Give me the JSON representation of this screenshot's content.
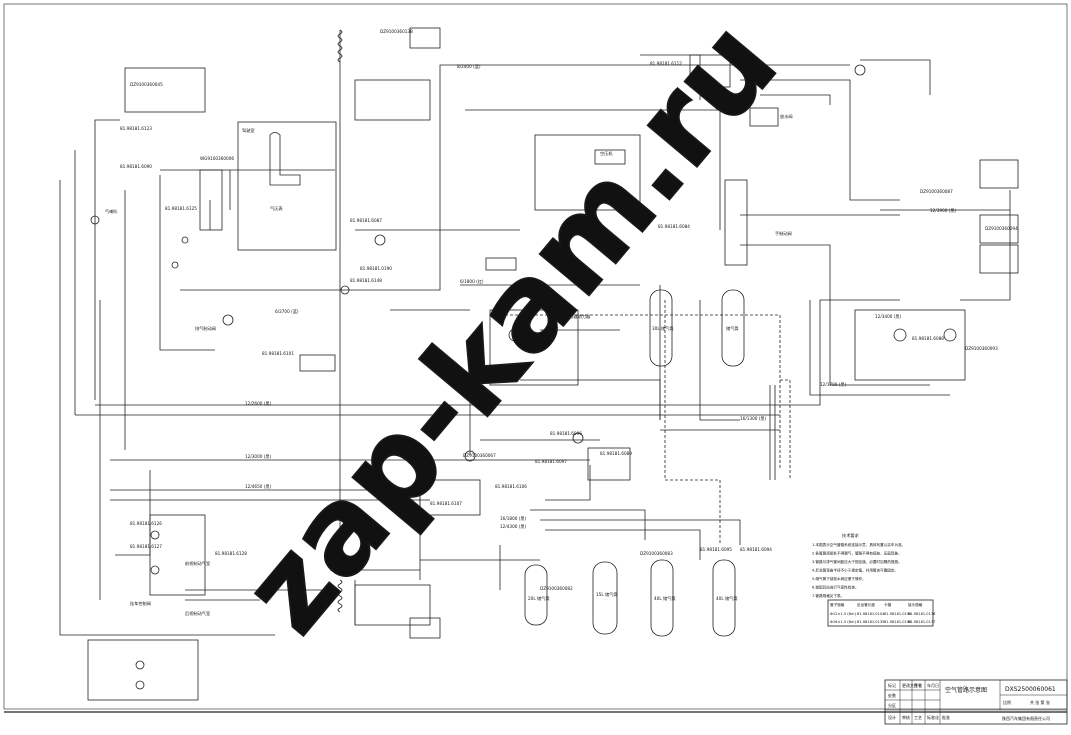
{
  "drawing": {
    "code": "DXS2500060061",
    "title": "空气管路示意图",
    "company": "陕西汽车集团有限责任公司",
    "watermark": "zap-kam.ru"
  },
  "notes": {
    "heading": "技术要求",
    "lines": [
      "1.本图表示空气管路系统连接示意，具体布置以实车为准。",
      "2.各管路连接处不得漏气，管路不得有扭曲、压扁现象。",
      "3.管路与排气管间距应大于规定值，必要时加隔热措施。",
      "4.尼龙管弯曲半径不小于规定值，并用管夹可靠固定。",
      "5.储气筒下部放水阀应便于操作。",
      "6.装配后应进行气密性检查。",
      "7.管路规格见下表。"
    ],
    "table_headers": [
      "管子规格",
      "尼龙管长度",
      "卡箍",
      "接头规格"
    ],
    "table_rows": [
      [
        "Φ12×1.5 (8m)",
        "81.98181.0104",
        "81.98181.0195",
        "81.98181.0176"
      ],
      [
        "Φ16×1.5 (8m)",
        "81.98181.0135",
        "81.98181.0196",
        "81.98181.0177"
      ]
    ]
  },
  "labels": {
    "top_module": "DZ9100360045",
    "top_hose": "DZ9100360138",
    "dryer": "81.98181.6084",
    "four_circuit": "81.98181.6088",
    "relay_valve": "81.98181.6089",
    "brake_valve": "DZ9100360067",
    "cab_valve": "81.98181.6101",
    "tank_20l_a": "20L 储气筒",
    "tank_15l": "15L 储气筒",
    "tank_40l_a": "40L 储气筒",
    "tank_40l_b": "40L 储气筒",
    "tank_30l": "30L 储气筒",
    "air_tank_small": "储气筒",
    "pipe_a": "8/2400 (蓝)",
    "pipe_b": "12/1700 (黑)",
    "pipe_c": "12/2600 (黑)",
    "pipe_d": "16/1300 (黑)",
    "pipe_e": "12/3000 (黑)",
    "pipe_f": "12/4650 (黑)",
    "pipe_g": "6/1800 (红)",
    "pipe_h": "6/2700 (蓝)",
    "pipe_i": "12/3900 (黑)",
    "pipe_j": "16/1800 (黑)",
    "pipe_k": "12/4300 (黑)",
    "pipe_l": "12/3400 (黑)",
    "part_1": "81.98181.6123",
    "part_2": "81.98181.6090",
    "part_3": "81.98181.6125",
    "part_4": "81.98181.6126",
    "part_5": "81.98181.6127",
    "part_6": "81.98181.6128",
    "part_7": "WG9100360006",
    "part_8": "DZ9100360082",
    "part_9": "DZ9100360083",
    "part_10": "81.98181.6095",
    "part_11": "81.98181.6094",
    "part_12": "81.98181.0190",
    "part_13": "81.98181.6096",
    "part_14": "81.98181.6097",
    "part_15": "81.98181.6106",
    "part_16": "81.98181.6107",
    "part_17": "81.98181.6148",
    "part_18": "81.98181.6087",
    "part_19": "DZ9100360093",
    "part_20": "DZ9100360094",
    "part_21": "DZ9100360087",
    "part_22": "81.98181.6112",
    "cab_label": "驾驶室",
    "front_axle": "前桥制动气室",
    "rear_axle": "后桥制动气室",
    "horn": "气喇叭",
    "trailer": "挂车控制阀",
    "gauge": "气压表",
    "compressor": "空压机",
    "clutch": "离合器助力器",
    "hand_valve": "手制动阀",
    "exhaust": "排气制动阀",
    "drain": "放水阀"
  },
  "title_block": {
    "rows": [
      "标记",
      "处数",
      "分区",
      "更改文件号",
      "签名",
      "年月日"
    ],
    "roles": [
      "设计",
      "审核",
      "工艺",
      "标准化",
      "批准"
    ],
    "scale_label": "比例",
    "sheet_label": "共 张 第 张"
  }
}
